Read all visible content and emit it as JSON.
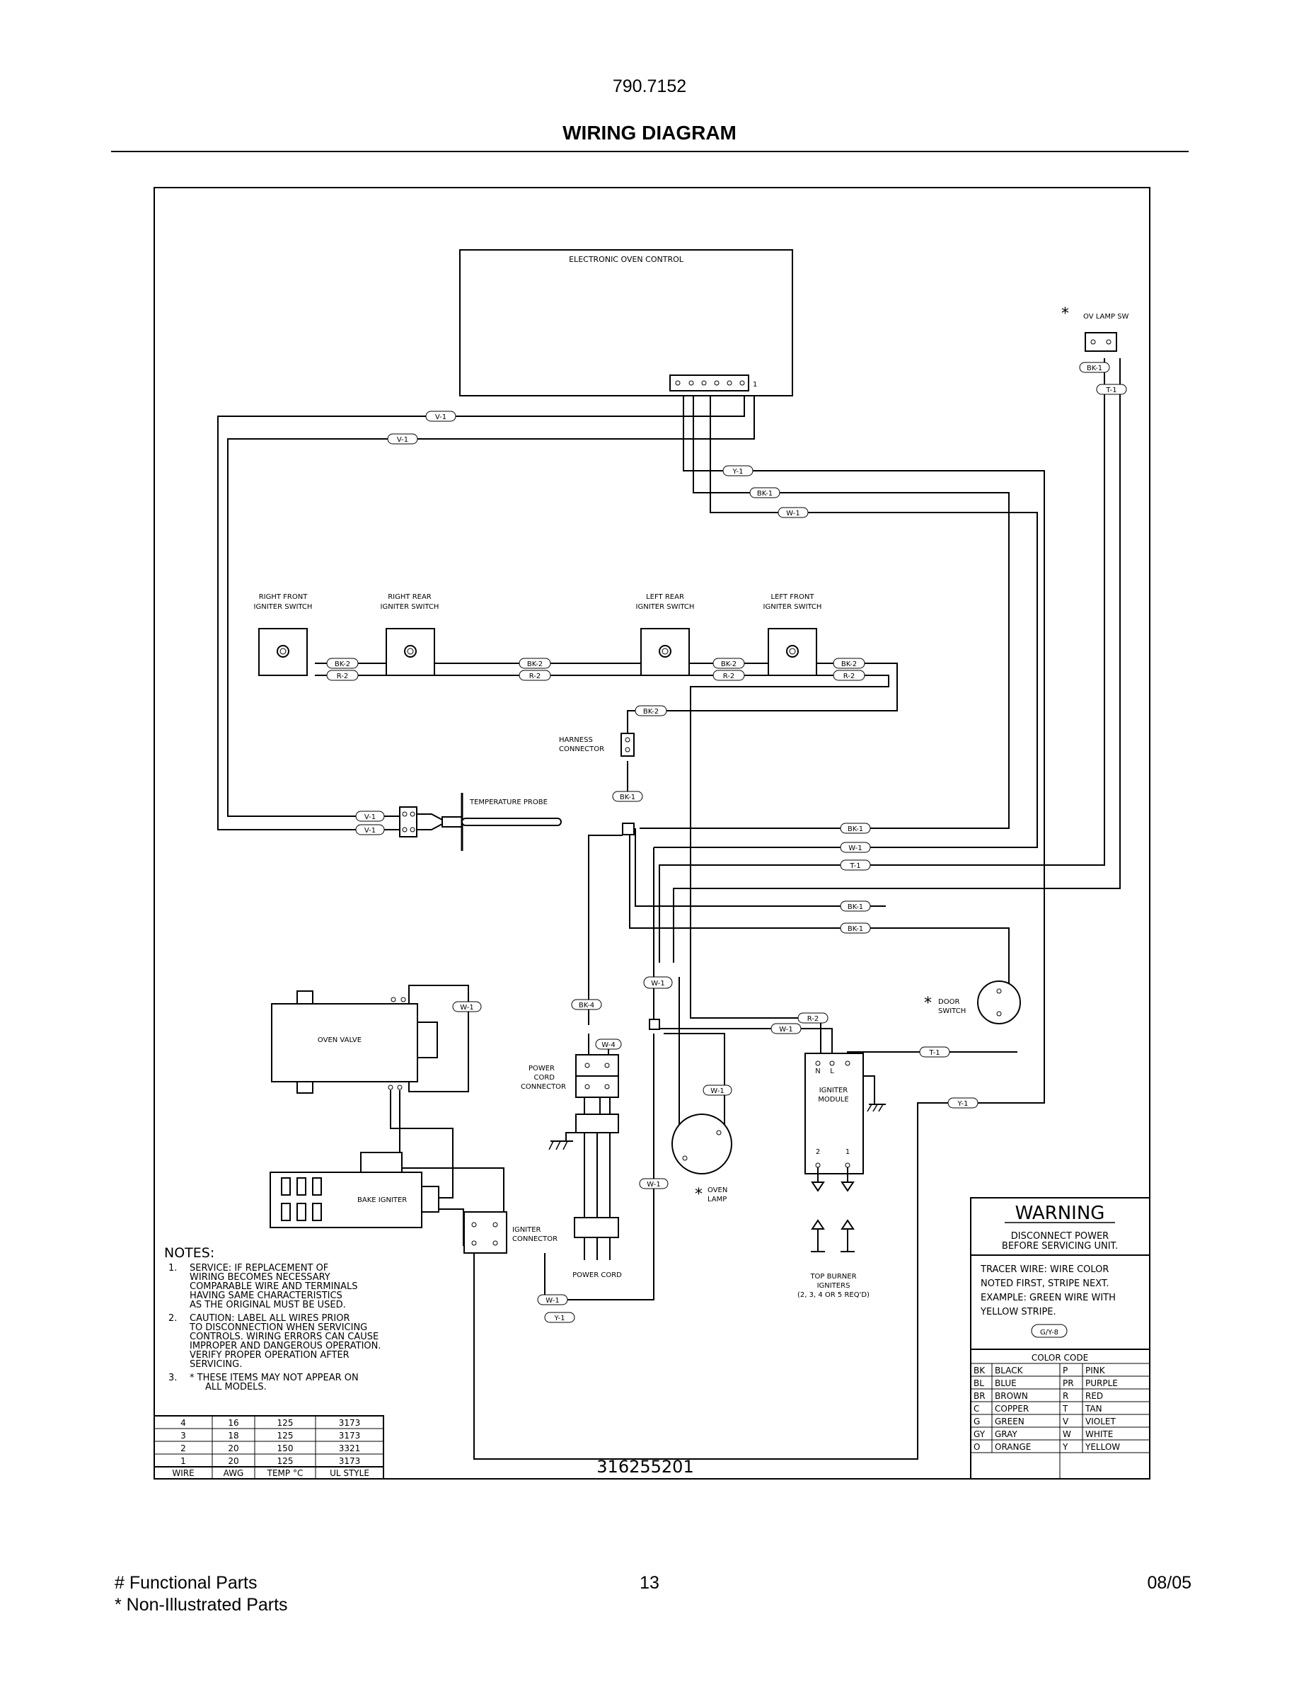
{
  "header": {
    "doc_number": "790.7152",
    "title": "WIRING DIAGRAM"
  },
  "diagram": {
    "components": {
      "electronic_oven_control": "ELECTRONIC OVEN CONTROL",
      "connector_pin_one": "1",
      "ov_lamp_sw": "OV LAMP SW",
      "right_front_igniter_switch": [
        "RIGHT FRONT",
        "IGNITER SWITCH"
      ],
      "right_rear_igniter_switch": [
        "RIGHT REAR",
        "IGNITER SWITCH"
      ],
      "left_rear_igniter_switch": [
        "LEFT REAR",
        "IGNITER SWITCH"
      ],
      "left_front_igniter_switch": [
        "LEFT FRONT",
        "IGNITER SWITCH"
      ],
      "harness_connector": [
        "HARNESS",
        "CONNECTOR"
      ],
      "temperature_probe": "TEMPERATURE PROBE",
      "oven_valve": "OVEN VALVE",
      "bake_igniter": "BAKE IGNITER",
      "igniter_connector": [
        "IGNITER",
        "CONNECTOR"
      ],
      "power_cord_connector": [
        "POWER",
        "CORD",
        "CONNECTOR"
      ],
      "power_cord": "POWER CORD",
      "oven_lamp": [
        "OVEN",
        "LAMP"
      ],
      "door_switch": [
        "DOOR",
        "SWITCH"
      ],
      "igniter_module": [
        "IGNITER",
        "MODULE"
      ],
      "igniter_module_pins": [
        "N",
        "L",
        "2",
        "1"
      ],
      "top_burner_igniters": [
        "TOP BURNER",
        "IGNITERS",
        "(2, 3, 4 OR 5 REQ'D)"
      ]
    },
    "asterisk": "*",
    "wire_tags": {
      "v1": "V-1",
      "y1": "Y-1",
      "bk1": "BK-1",
      "w1": "W-1",
      "t1": "T-1",
      "bk2": "BK-2",
      "r2": "R-2",
      "bk4": "BK-4",
      "w4": "W-4"
    },
    "part_number": "316255201"
  },
  "warning": {
    "title": "WARNING",
    "lines": [
      "DISCONNECT POWER",
      "BEFORE SERVICING UNIT."
    ],
    "tracer_lines": [
      "TRACER WIRE:  WIRE COLOR",
      "NOTED FIRST, STRIPE NEXT.",
      "EXAMPLE:  GREEN WIRE WITH",
      "YELLOW STRIPE."
    ],
    "example_tag": "G/Y-8"
  },
  "color_code": {
    "title": "COLOR CODE",
    "rows": [
      [
        "BK",
        "BLACK",
        "P",
        "PINK"
      ],
      [
        "BL",
        "BLUE",
        "PR",
        "PURPLE"
      ],
      [
        "BR",
        "BROWN",
        "R",
        "RED"
      ],
      [
        "C",
        "COPPER",
        "T",
        "TAN"
      ],
      [
        "G",
        "GREEN",
        "V",
        "VIOLET"
      ],
      [
        "GY",
        "GRAY",
        "W",
        "WHITE"
      ],
      [
        "O",
        "ORANGE",
        "Y",
        "YELLOW"
      ]
    ]
  },
  "notes": {
    "title": "NOTES:",
    "items": [
      [
        "1.",
        "SERVICE:  IF REPLACEMENT OF",
        "WIRING BECOMES NECESSARY",
        "COMPARABLE WIRE AND TERMINALS",
        "HAVING SAME CHARACTERISTICS",
        "AS THE ORIGINAL MUST BE USED."
      ],
      [
        "2.",
        "CAUTION:  LABEL ALL WIRES PRIOR",
        "TO DISCONNECTION WHEN SERVICING",
        "CONTROLS.  WIRING ERRORS CAN CAUSE",
        "IMPROPER AND DANGEROUS OPERATION.",
        "VERIFY PROPER OPERATION AFTER",
        "SERVICING."
      ],
      [
        "3.",
        "* THESE ITEMS MAY NOT APPEAR ON",
        "ALL MODELS."
      ]
    ]
  },
  "wire_table": {
    "headers": [
      "WIRE",
      "AWG",
      "TEMP °C",
      "UL STYLE"
    ],
    "rows": [
      [
        "4",
        "16",
        "125",
        "3173"
      ],
      [
        "3",
        "18",
        "125",
        "3173"
      ],
      [
        "2",
        "20",
        "150",
        "3321"
      ],
      [
        "1",
        "20",
        "125",
        "3173"
      ]
    ]
  },
  "footer": {
    "functional_parts": "# Functional Parts",
    "non_illustrated_parts": "* Non-Illustrated Parts",
    "page_number": "13",
    "date": "08/05"
  }
}
